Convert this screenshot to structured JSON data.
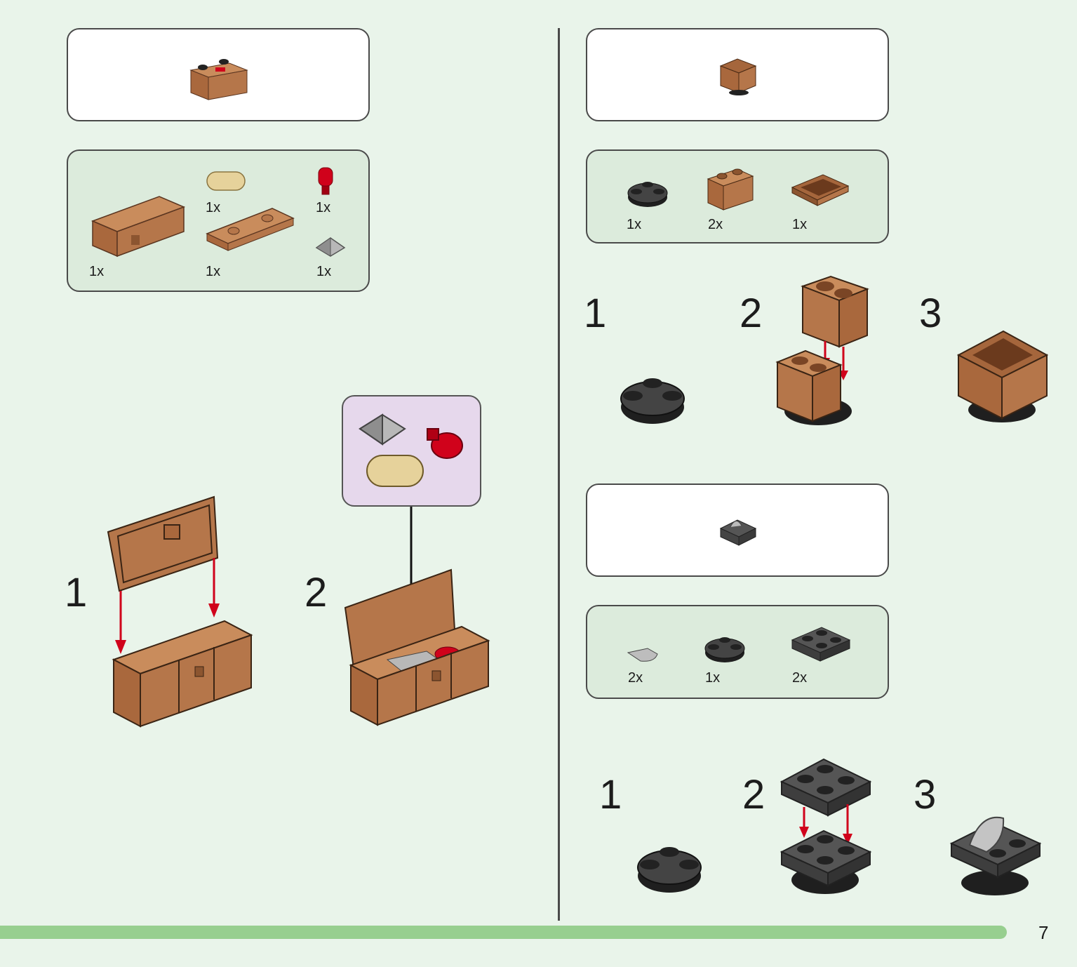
{
  "page": {
    "number": "7"
  },
  "left": {
    "model": "chest",
    "parts": [
      {
        "item": "chest-base",
        "qty": "1x"
      },
      {
        "item": "tan-tile-1x2-round",
        "qty": "1x"
      },
      {
        "item": "red-bottle",
        "qty": "1x"
      },
      {
        "item": "chest-lid",
        "qty": "1x"
      },
      {
        "item": "silver-pyramid-tile",
        "qty": "1x"
      }
    ],
    "steps": [
      "1",
      "2"
    ]
  },
  "right_top": {
    "model": "crafting-table",
    "parts": [
      {
        "item": "dark-round-plate",
        "qty": "1x"
      },
      {
        "item": "brown-brick-1x2",
        "qty": "2x"
      },
      {
        "item": "brown-grille-tile",
        "qty": "1x"
      }
    ],
    "steps": [
      "1",
      "2",
      "3"
    ]
  },
  "right_bottom": {
    "model": "stone-block",
    "parts": [
      {
        "item": "light-grey-curved-tile",
        "qty": "2x"
      },
      {
        "item": "dark-round-plate",
        "qty": "1x"
      },
      {
        "item": "dark-plate-2x2",
        "qty": "2x"
      }
    ],
    "steps": [
      "1",
      "2",
      "3"
    ]
  },
  "colors": {
    "background": "#e9f4ea",
    "parts_box": "#dcebdc",
    "callout": "#e6d8ec",
    "brick_brown": "#b5764a",
    "arrow_red": "#d0021b",
    "bar_green": "#97cf8f"
  }
}
